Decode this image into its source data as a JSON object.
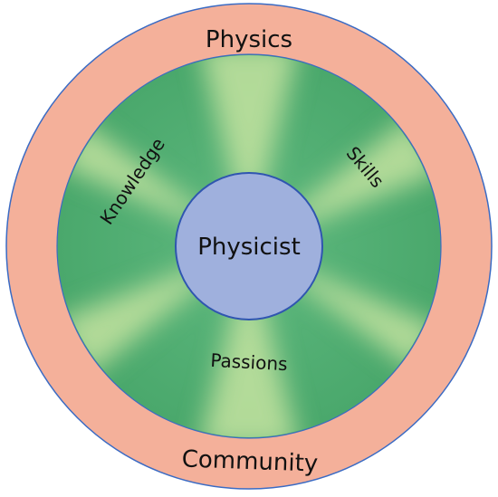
{
  "diagram": {
    "outer_ring": {
      "top_label": "Physics",
      "bottom_label": "Community",
      "fill": "#f4b09a",
      "stroke": "#3a6bc4"
    },
    "middle_ring": {
      "labels": {
        "left": "Knowledge",
        "right": "Skills",
        "bottom": "Passions"
      },
      "fill_dark": "#4fae72",
      "fill_light": "#c4e3a0",
      "stroke": "#3a6bc4"
    },
    "center": {
      "label": "Physicist",
      "fill": "#9fb0dd",
      "stroke": "#2f55b0"
    }
  }
}
